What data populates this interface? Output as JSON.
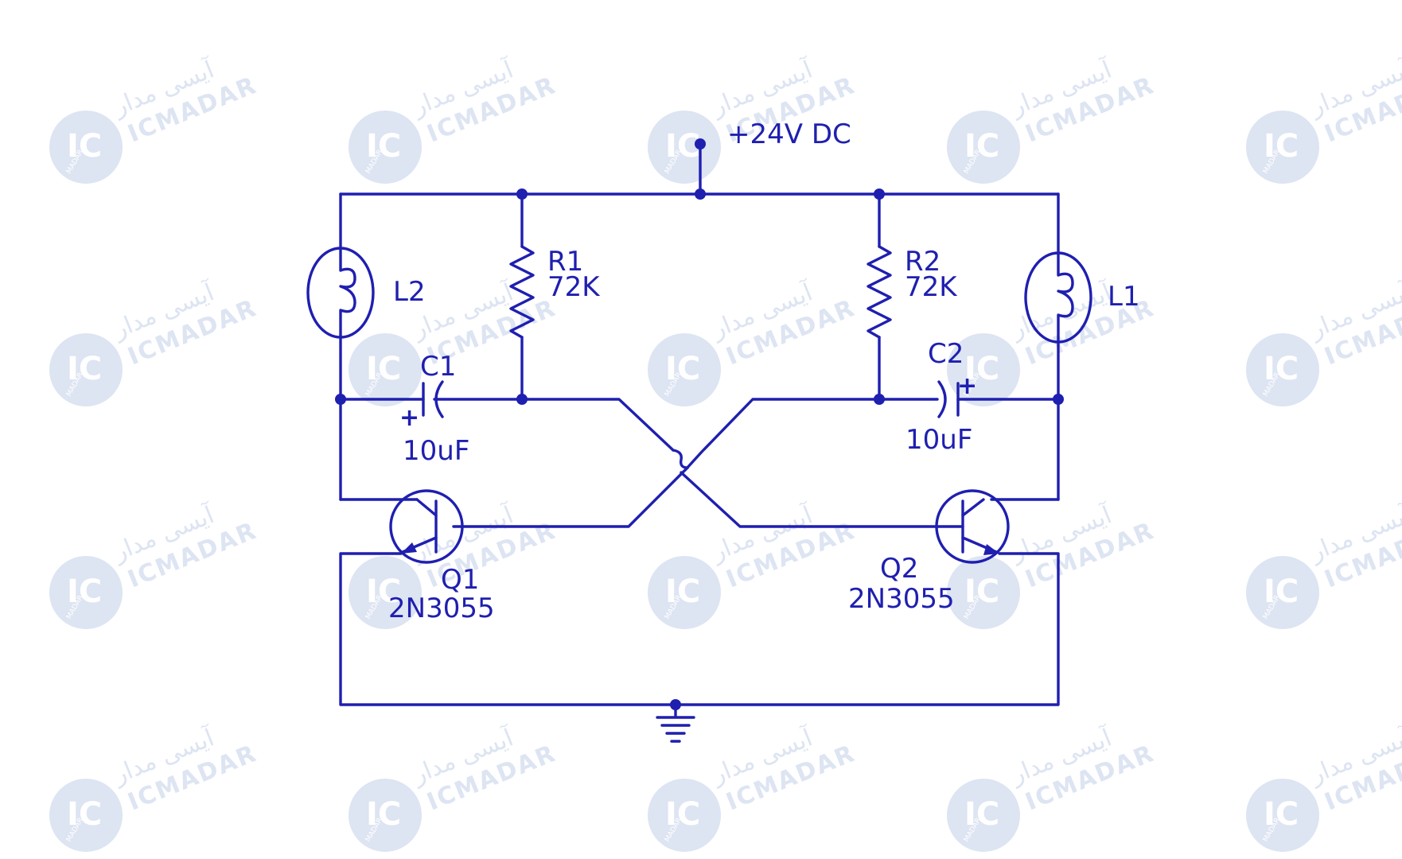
{
  "watermark": {
    "brand": "ICMADAR",
    "brand_persian": "آیسی مدار",
    "logo_text": "IC",
    "logo_subtext": "MADAR"
  },
  "supply": {
    "label": "+24V DC"
  },
  "components": {
    "lamp_left": {
      "designator": "L2"
    },
    "lamp_right": {
      "designator": "L1"
    },
    "r1": {
      "designator": "R1",
      "value": "72K"
    },
    "r2": {
      "designator": "R2",
      "value": "72K"
    },
    "c1": {
      "designator": "C1",
      "value": "10uF",
      "polarity": "+"
    },
    "c2": {
      "designator": "C2",
      "value": "10uF",
      "polarity": "+"
    },
    "q1": {
      "designator": "Q1",
      "part": "2N3055"
    },
    "q2": {
      "designator": "Q2",
      "part": "2N3055"
    }
  },
  "colors": {
    "ink": "#1f1fb0",
    "watermark": "#dde4f2",
    "background": "#ffffff"
  }
}
